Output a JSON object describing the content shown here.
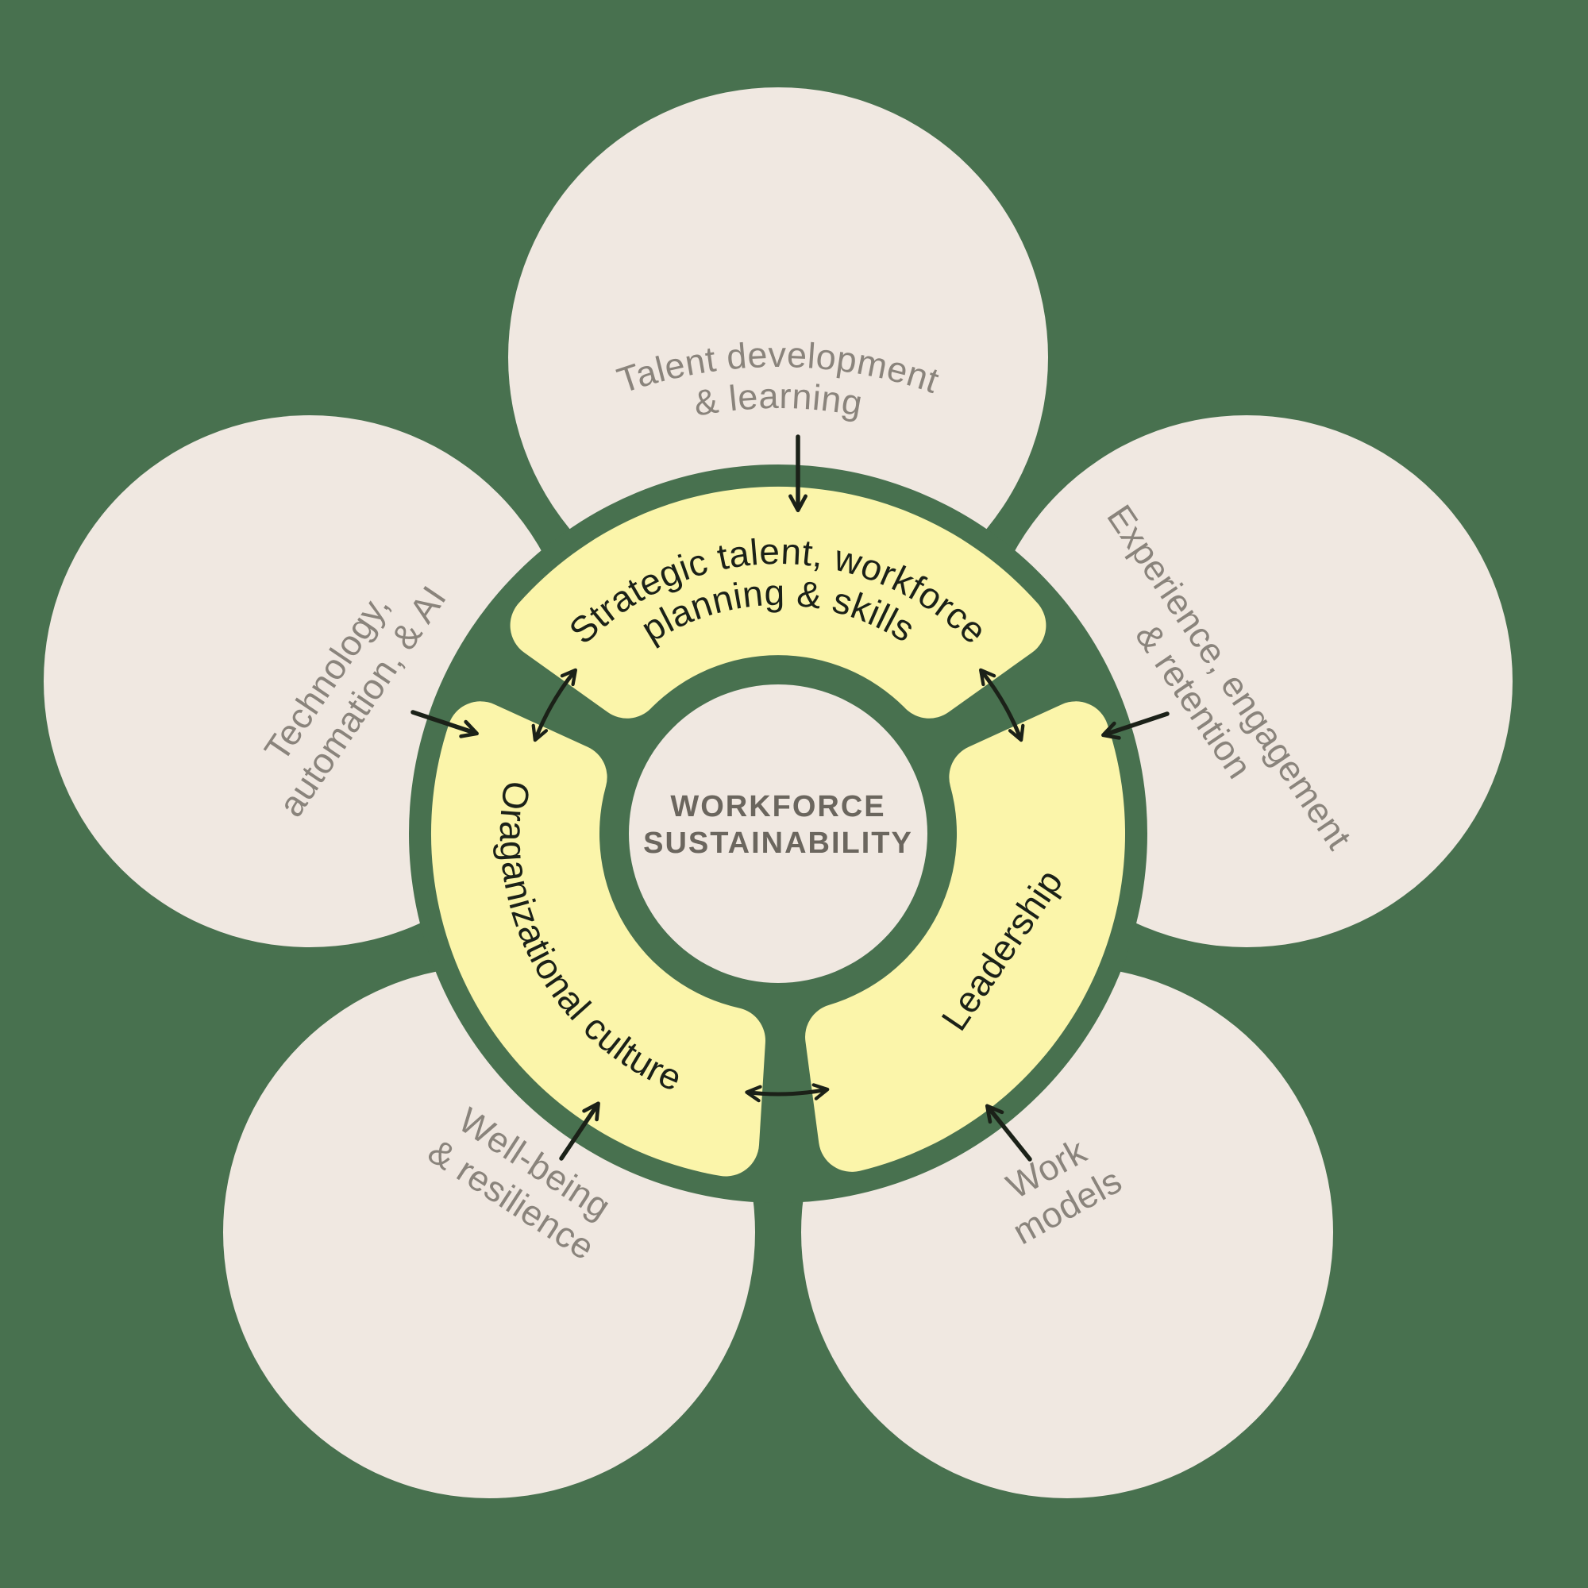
{
  "diagram": {
    "center": {
      "line1": "WORKFORCE",
      "line2": "SUSTAINABILITY"
    },
    "segments": {
      "strategic": {
        "line1": "Strategic talent, workforce",
        "line2": "planning & skills"
      },
      "culture": {
        "label": "Oraganizational culture"
      },
      "leadership": {
        "label": "Leadership"
      }
    },
    "petals": {
      "talent": {
        "line1": "Talent development",
        "line2": "& learning"
      },
      "technology": {
        "line1": "Technology,",
        "line2": "automation, & AI"
      },
      "experience": {
        "line1": "Experience, engagement",
        "line2": "& retention"
      },
      "wellbeing": {
        "line1": "Well-being",
        "line2": "& resilience"
      },
      "work_models": {
        "line1": "Work",
        "line2": "models"
      }
    },
    "icons": {
      "straight_arrow": "black arrow pointing from petal into ring",
      "curved_double_arrow": "black two-headed curved arrow between ring segments"
    },
    "colors": {
      "background": "#48714f",
      "petal": "#f0e8e1",
      "ring": "#48714f",
      "segment": "#fbf5aa",
      "center_circle": "#f0e8e1",
      "petal_text": "#8a847c",
      "segment_text": "#1b2118",
      "center_text": "#6b665e",
      "arrow": "#1b2118"
    }
  }
}
